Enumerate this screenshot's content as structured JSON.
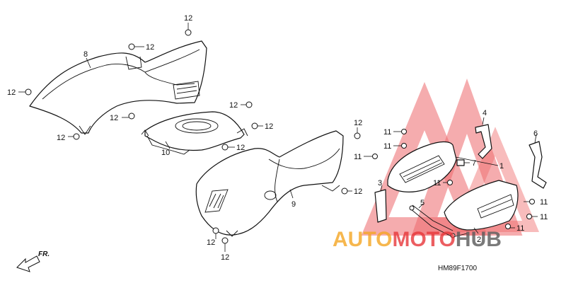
{
  "diagram": {
    "code": "HM89F1700",
    "direction_label": "FR.",
    "watermark": {
      "part1": "AUTO",
      "part2": "MOTO",
      "part3": "HUB",
      "color_orange": "#f5a623",
      "color_red": "#e8373a",
      "color_dark": "#5a5a5a"
    },
    "callouts": [
      {
        "id": "c8",
        "text": "8"
      },
      {
        "id": "c12a",
        "text": "12"
      },
      {
        "id": "c12b",
        "text": "12"
      },
      {
        "id": "c12c",
        "text": "12"
      },
      {
        "id": "c12d",
        "text": "12"
      },
      {
        "id": "c12e",
        "text": "12"
      },
      {
        "id": "c12f",
        "text": "12"
      },
      {
        "id": "c12g",
        "text": "12"
      },
      {
        "id": "c12h",
        "text": "12"
      },
      {
        "id": "c12i",
        "text": "12"
      },
      {
        "id": "c12j",
        "text": "12"
      },
      {
        "id": "c12k",
        "text": "12"
      },
      {
        "id": "c12l",
        "text": "12"
      },
      {
        "id": "c10",
        "text": "10"
      },
      {
        "id": "c9",
        "text": "9"
      },
      {
        "id": "c11a",
        "text": "11"
      },
      {
        "id": "c11b",
        "text": "11"
      },
      {
        "id": "c11c",
        "text": "11"
      },
      {
        "id": "c11d",
        "text": "11"
      },
      {
        "id": "c11e",
        "text": "11"
      },
      {
        "id": "c11f",
        "text": "11"
      },
      {
        "id": "c11g",
        "text": "11"
      },
      {
        "id": "c4",
        "text": "4"
      },
      {
        "id": "c6",
        "text": "6"
      },
      {
        "id": "c7",
        "text": "7"
      },
      {
        "id": "c1",
        "text": "1"
      },
      {
        "id": "c3",
        "text": "3"
      },
      {
        "id": "c5",
        "text": "5"
      },
      {
        "id": "c2",
        "text": "2"
      }
    ]
  }
}
